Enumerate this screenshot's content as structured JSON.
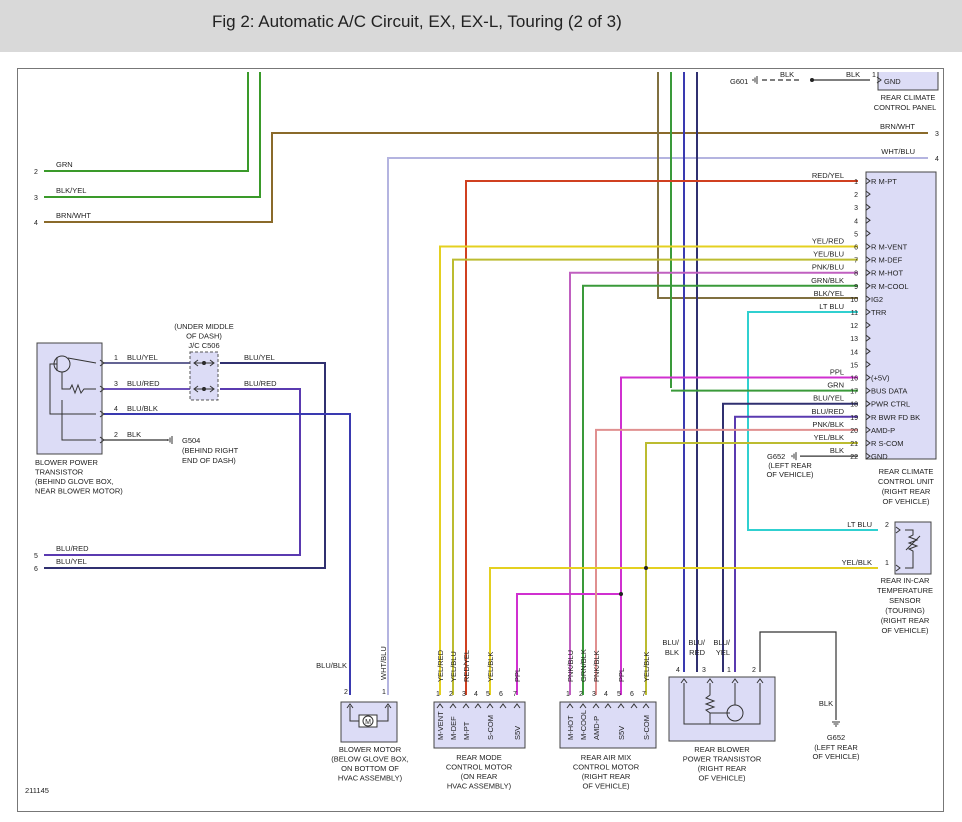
{
  "title": "Fig 2: Automatic A/C Circuit, EX, EX-L, Touring (2 of 3)",
  "figure_number": "211145",
  "colors": {
    "green": "#3a9a2a",
    "brown": "#8a6a2a",
    "blue": "#3a3ab0",
    "lightblue_wire": "#b4b4e0",
    "red": "#d04020",
    "yellow": "#e4d020",
    "yelgrn": "#bcbc30",
    "pink": "#c060c0",
    "pinkish": "#e09090",
    "green2": "#3a9a3a",
    "olive": "#807040",
    "cyan": "#30d0d0",
    "magenta": "#d030d0",
    "purple": "#5a3ab0",
    "navy": "#303070",
    "black": "#222222",
    "component_fill": "#dcdcf6"
  },
  "left_connector": {
    "pins": [
      {
        "num": "2",
        "wire": "GRN"
      },
      {
        "num": "3",
        "wire": "BLK/YEL"
      },
      {
        "num": "4",
        "wire": "BRN/WHT"
      },
      {
        "num": "5",
        "wire": "BLU/RED"
      },
      {
        "num": "6",
        "wire": "BLU/YEL"
      }
    ]
  },
  "right_edge": {
    "pins": [
      {
        "num": "3",
        "wire": "BRN/WHT"
      },
      {
        "num": "4",
        "wire": "WHT/BLU"
      }
    ]
  },
  "g601": {
    "label": "G601",
    "wire1": "BLK",
    "wire2": "BLK",
    "pin": "1"
  },
  "rear_climate_panel": {
    "label_line1": "REAR CLIMATE",
    "label_line2": "CONTROL PANEL",
    "terminal": "GND"
  },
  "rccu": {
    "label": [
      "REAR CLIMATE",
      "CONTROL UNIT",
      "(RIGHT REAR",
      "OF VEHICLE)"
    ],
    "pins": [
      {
        "num": "1",
        "wire": "RED/YEL",
        "term": "R M-PT"
      },
      {
        "num": "2",
        "wire": "",
        "term": ""
      },
      {
        "num": "3",
        "wire": "",
        "term": ""
      },
      {
        "num": "4",
        "wire": "",
        "term": ""
      },
      {
        "num": "5",
        "wire": "",
        "term": ""
      },
      {
        "num": "6",
        "wire": "YEL/RED",
        "term": "R M-VENT"
      },
      {
        "num": "7",
        "wire": "YEL/BLU",
        "term": "R M-DEF"
      },
      {
        "num": "8",
        "wire": "PNK/BLU",
        "term": "R M-HOT"
      },
      {
        "num": "9",
        "wire": "GRN/BLK",
        "term": "R M-COOL"
      },
      {
        "num": "10",
        "wire": "BLK/YEL",
        "term": "IG2"
      },
      {
        "num": "11",
        "wire": "LT BLU",
        "term": "TRR"
      },
      {
        "num": "12",
        "wire": "",
        "term": ""
      },
      {
        "num": "13",
        "wire": "",
        "term": ""
      },
      {
        "num": "14",
        "wire": "",
        "term": ""
      },
      {
        "num": "15",
        "wire": "",
        "term": ""
      },
      {
        "num": "16",
        "wire": "PPL",
        "term": "(+5V)"
      },
      {
        "num": "17",
        "wire": "GRN",
        "term": "BUS DATA"
      },
      {
        "num": "18",
        "wire": "BLU/YEL",
        "term": "PWR CTRL"
      },
      {
        "num": "19",
        "wire": "BLU/RED",
        "term": "R BWR FD BK"
      },
      {
        "num": "20",
        "wire": "PNK/BLK",
        "term": "AMD-P"
      },
      {
        "num": "21",
        "wire": "YEL/BLK",
        "term": "R S-COM"
      },
      {
        "num": "22",
        "wire": "BLK",
        "term": "GND"
      }
    ]
  },
  "g652_top": {
    "label": "G652",
    "sub1": "(LEFT REAR",
    "sub2": "OF VEHICLE)"
  },
  "blower_power_transistor": {
    "label": [
      "BLOWER POWER",
      "TRANSISTOR",
      "(BEHIND GLOVE BOX,",
      "NEAR BLOWER MOTOR)"
    ],
    "pins": [
      {
        "num": "1",
        "wire": "BLU/YEL"
      },
      {
        "num": "3",
        "wire": "BLU/RED"
      },
      {
        "num": "4",
        "wire": "BLU/BLK"
      },
      {
        "num": "2",
        "wire": "BLK"
      }
    ]
  },
  "jc_c506": {
    "label": [
      "(UNDER MIDDLE",
      "OF DASH)",
      "J/C C506"
    ],
    "wire1": "BLU/YEL",
    "wire2": "BLU/RED"
  },
  "g504": {
    "label": "G504",
    "sub1": "(BEHIND RIGHT",
    "sub2": "END OF DASH)"
  },
  "blower_motor": {
    "label": [
      "BLOWER MOTOR",
      "(BELOW GLOVE BOX,",
      "ON BOTTOM OF",
      "HVAC ASSEMBLY)"
    ],
    "pin2": "2",
    "pin1": "1",
    "wire2": "BLU/BLK",
    "wire1": "WHT/BLU",
    "symbol": "M"
  },
  "rear_mode_motor": {
    "label": [
      "REAR MODE",
      "CONTROL MOTOR",
      "(ON REAR",
      "HVAC ASSEMBLY)"
    ],
    "pins": [
      {
        "num": "1",
        "wire": "YEL/RED",
        "term": "M-VENT"
      },
      {
        "num": "2",
        "wire": "YEL/BLU",
        "term": "M-DEF"
      },
      {
        "num": "3",
        "wire": "RED/YEL",
        "term": "M-PT"
      },
      {
        "num": "4",
        "wire": "",
        "term": ""
      },
      {
        "num": "5",
        "wire": "YEL/BLK",
        "term": "S-COM"
      },
      {
        "num": "6",
        "wire": "",
        "term": ""
      },
      {
        "num": "7",
        "wire": "PPL",
        "term": "S5V"
      }
    ]
  },
  "rear_air_mix_motor": {
    "label": [
      "REAR AIR MIX",
      "CONTROL MOTOR",
      "(RIGHT REAR",
      "OF VEHICLE)"
    ],
    "pins": [
      {
        "num": "1",
        "wire": "PNK/BLU",
        "term": "M-HOT"
      },
      {
        "num": "2",
        "wire": "GRN/BLK",
        "term": "M-COOL"
      },
      {
        "num": "3",
        "wire": "PNK/BLK",
        "term": "AMD-P"
      },
      {
        "num": "4",
        "wire": "",
        "term": ""
      },
      {
        "num": "5",
        "wire": "PPL",
        "term": "S5V"
      },
      {
        "num": "6",
        "wire": "YEL/BLK",
        "term": "S-COM"
      },
      {
        "num": "7",
        "wire": "",
        "term": ""
      }
    ]
  },
  "rear_blower_transistor": {
    "label": [
      "REAR BLOWER",
      "POWER TRANSISTOR",
      "(RIGHT REAR",
      "OF VEHICLE)"
    ],
    "pins": [
      {
        "num": "4",
        "wire1": "BLU/",
        "wire2": "BLK"
      },
      {
        "num": "3",
        "wire1": "BLU/",
        "wire2": "RED"
      },
      {
        "num": "1",
        "wire1": "BLU/",
        "wire2": "YEL"
      },
      {
        "num": "2",
        "wire1": "",
        "wire2": ""
      }
    ]
  },
  "g652_bottom": {
    "label": "G652",
    "wire": "BLK",
    "sub1": "(LEFT REAR",
    "sub2": "OF VEHICLE)"
  },
  "temp_sensor": {
    "label": [
      "REAR IN-CAR",
      "TEMPERATURE",
      "SENSOR",
      "(TOURING)",
      "(RIGHT REAR",
      "OF VEHICLE)"
    ],
    "pin2": "2",
    "pin1": "1",
    "wire2": "LT BLU",
    "wire1": "YEL/BLK"
  }
}
